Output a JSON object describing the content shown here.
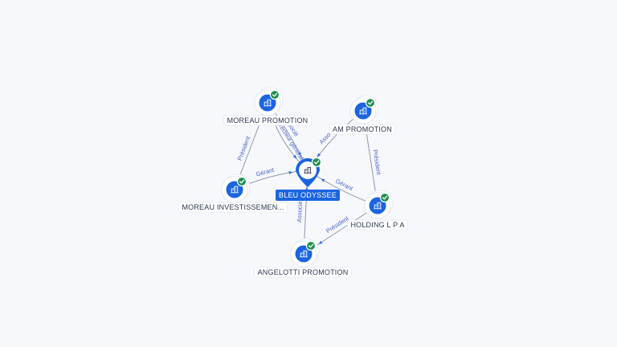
{
  "center": {
    "id": "bleu",
    "label": "BLEU ODYSSEE"
  },
  "nodes": [
    {
      "id": "moreau_promo",
      "label": "MOREAU PROMOTION"
    },
    {
      "id": "am_promo",
      "label": "AM PROMOTION"
    },
    {
      "id": "moreau_inv",
      "label": "MOREAU INVESTISSEMEN..."
    },
    {
      "id": "holding",
      "label": "HOLDING L P A"
    },
    {
      "id": "angelotti",
      "label": "ANGELOTTI PROMOTION"
    }
  ],
  "edges": [
    {
      "from": "moreau_promo",
      "to": "bleu",
      "label": "Associé"
    },
    {
      "from": "moreau_promo",
      "to": "bleu",
      "label": "Directeur général"
    },
    {
      "from": "moreau_inv",
      "to": "moreau_promo",
      "label": "Président"
    },
    {
      "from": "moreau_inv",
      "to": "bleu",
      "label": "Gérant"
    },
    {
      "from": "am_promo",
      "to": "bleu",
      "label": "Associé"
    },
    {
      "from": "holding",
      "to": "am_promo",
      "label": "Président"
    },
    {
      "from": "holding",
      "to": "bleu",
      "label": "Gérant"
    },
    {
      "from": "angelotti",
      "to": "bleu",
      "label": "Associé"
    },
    {
      "from": "holding",
      "to": "angelotti",
      "label": "Président"
    }
  ],
  "colors": {
    "accent": "#1a64e0",
    "verified": "#1e8f4e",
    "edge": "#8b97b3",
    "edge_label": "#4a63c8"
  },
  "icons": {
    "node": "building-icon",
    "status": "verified-check-icon",
    "center": "map-pin-building-icon"
  }
}
